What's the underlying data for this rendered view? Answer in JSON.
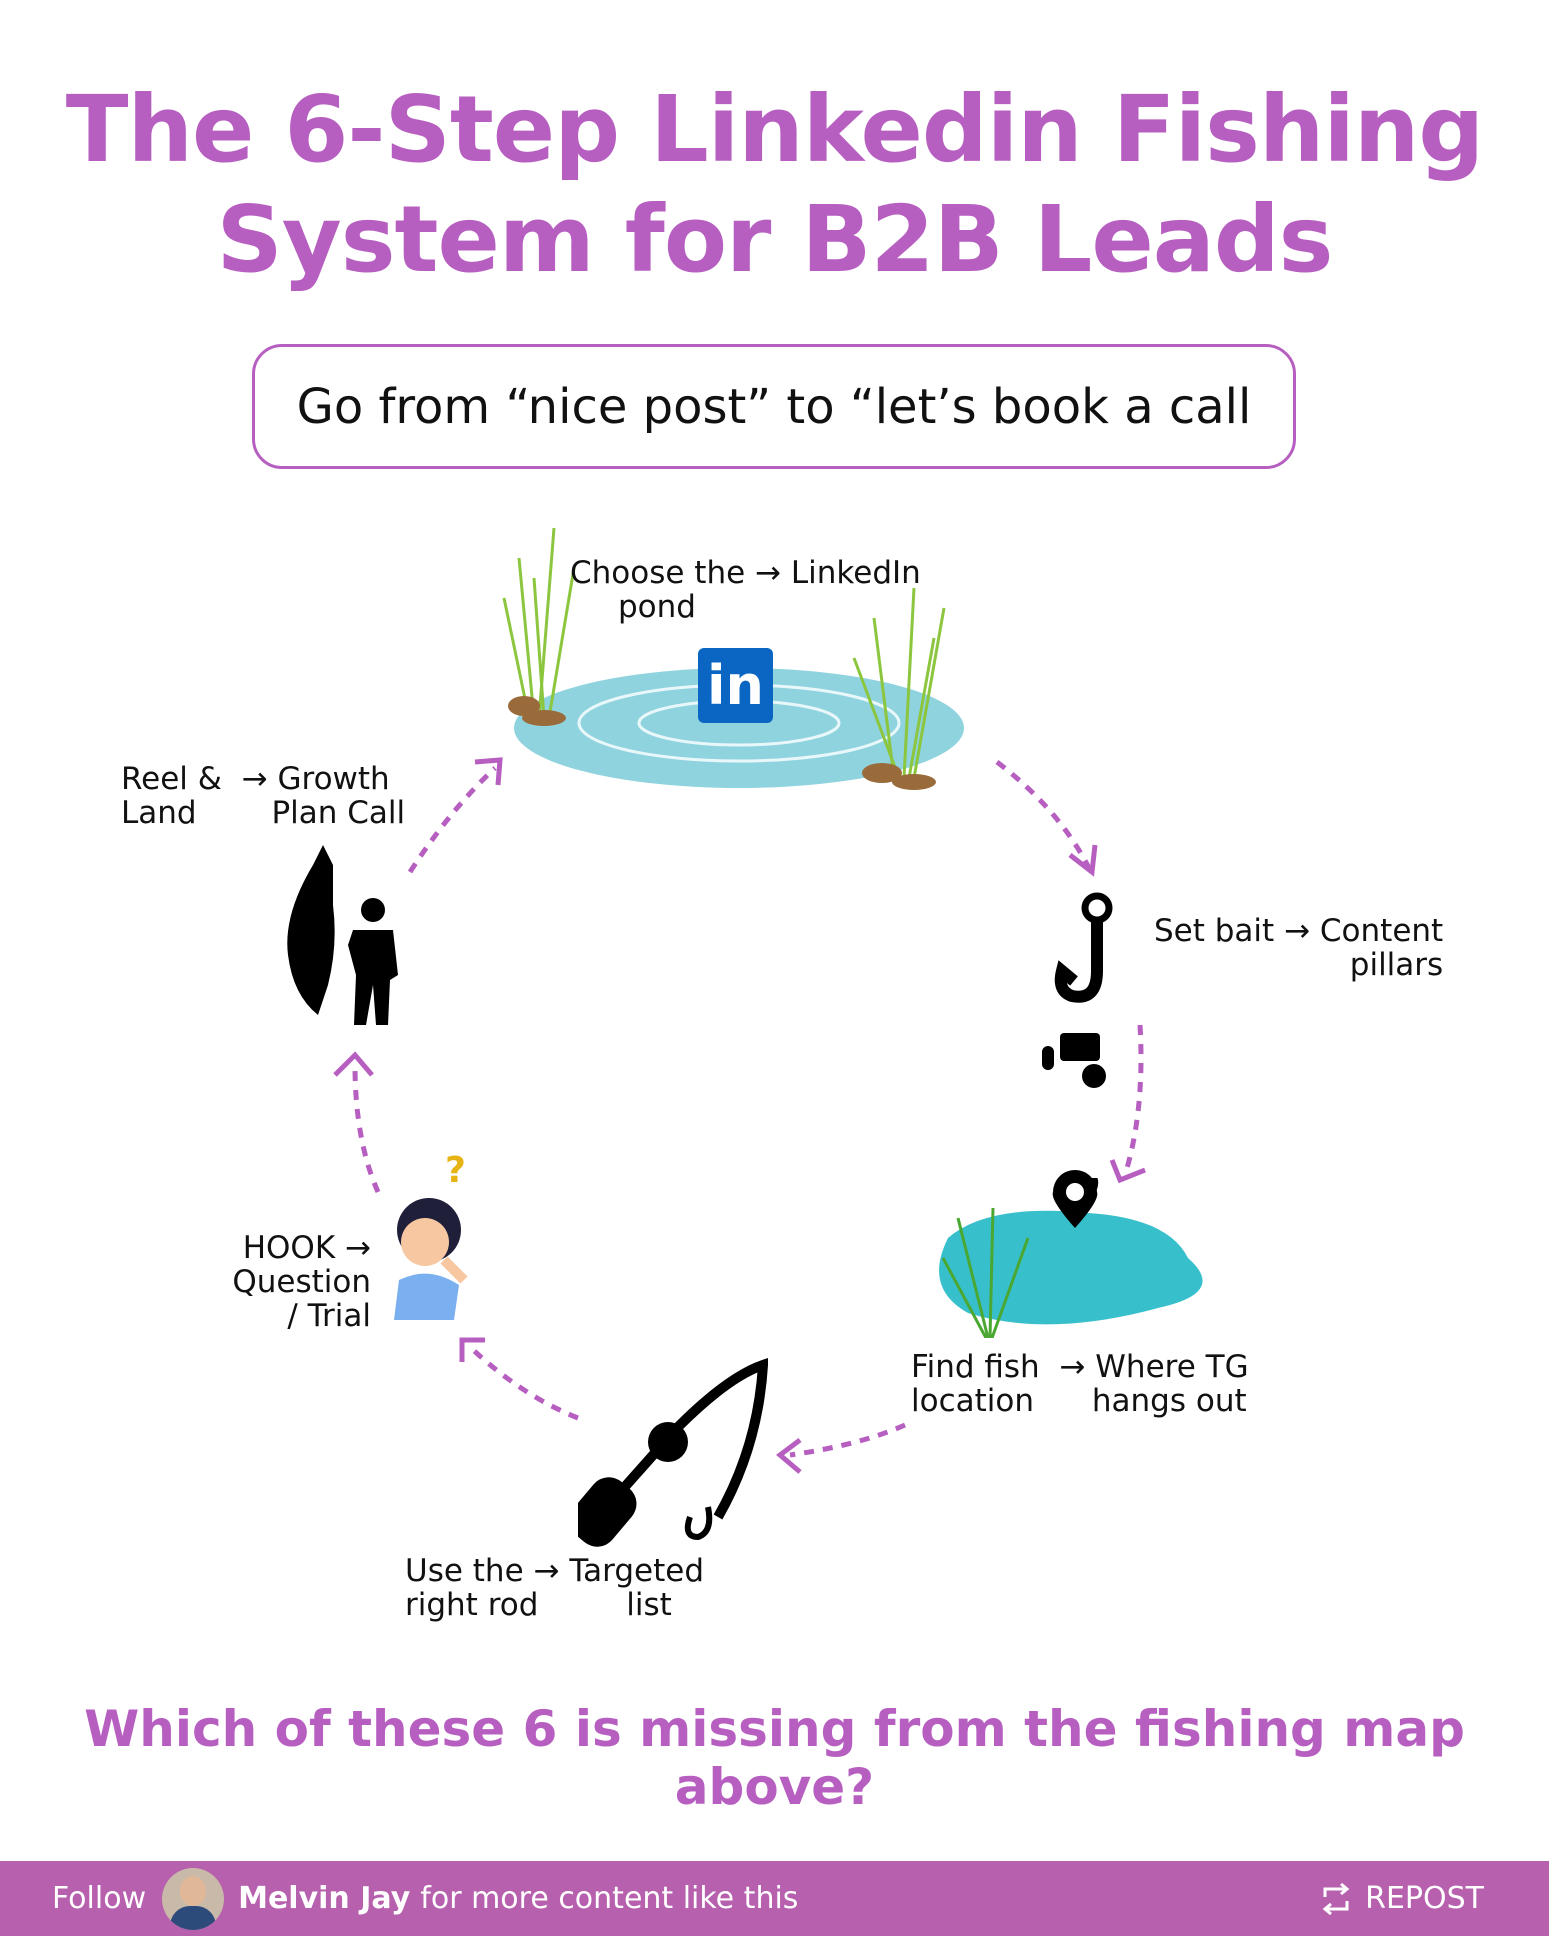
{
  "title": {
    "line1": "The 6-Step Linkedin Fishing",
    "line2": "System for B2B Leads"
  },
  "subtitle": "Go from “nice post” to “let’s book a call",
  "steps": [
    {
      "left": "Choose the",
      "left2": "pond",
      "arrow": "→",
      "right": "LinkedIn",
      "right2": ""
    },
    {
      "left": "Set bait",
      "left2": "",
      "arrow": "→",
      "right": "Content",
      "right2": "pillars"
    },
    {
      "left": "Find fish",
      "left2": "location",
      "arrow": "→",
      "right": "Where TG",
      "right2": "hangs out"
    },
    {
      "left": "Use the",
      "left2": "right rod",
      "arrow": "→",
      "right": "Targeted",
      "right2": "list"
    },
    {
      "left": "HOOK",
      "left2": "",
      "arrow": "→",
      "right": "Question",
      "right2": "/ Trial"
    },
    {
      "left": "Reel &",
      "left2": "Land",
      "arrow": "→",
      "right": "Growth",
      "right2": "Plan Call"
    }
  ],
  "icons": {
    "linkedin": "in",
    "question_mark": "?"
  },
  "question": "Which of these 6 is missing from the fishing map above?",
  "footer": {
    "follow": "Follow",
    "name": "Melvin Jay",
    "suffix": "for more content like this",
    "repost": "REPOST"
  },
  "colors": {
    "accent": "#b75fc1",
    "footer": "#b760ae",
    "linkedin": "#0a66c2",
    "water": "#38bfcc"
  }
}
